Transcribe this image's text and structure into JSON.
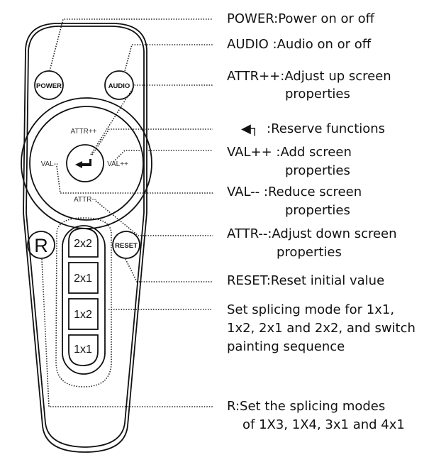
{
  "remote": {
    "power": "POWER",
    "audio": "AUDIO",
    "attr_up": "ATTR++",
    "attr_down": "ATTR--",
    "val_up": "VAL++",
    "val_down": "VAL--",
    "r": "R",
    "reset": "RESET",
    "modes": [
      "2x2",
      "2x1",
      "1x2",
      "1x1"
    ]
  },
  "labels": {
    "power": "POWER:Power on or off",
    "audio": "AUDIO :Audio on or off",
    "attr_up_1": "ATTR++:Adjust up screen",
    "attr_up_2": "properties",
    "reserve": ":Reserve functions",
    "val_up_1": "VAL++  :Add screen",
    "val_up_2": "properties",
    "val_down_1": "VAL--  :Reduce screen",
    "val_down_2": "properties",
    "attr_down_1": "ATTR--:Adjust down screen",
    "attr_down_2": "properties",
    "reset": "RESET:Reset initial value",
    "splice_1": "Set splicing mode for 1x1,",
    "splice_2": "1x2, 2x1 and 2x2, and switch",
    "splice_3": "painting sequence",
    "r_1": "R:Set the splicing modes",
    "r_2": "of 1X3, 1X4, 3x1 and 4x1"
  }
}
